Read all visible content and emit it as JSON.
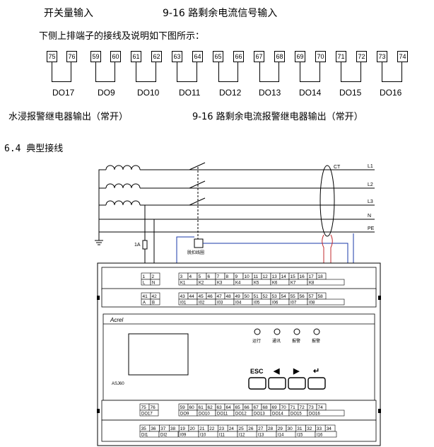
{
  "header": {
    "line1_left": "开关量输入",
    "line1_right": "9-16 路剩余电流信号输入",
    "line2": "下侧上排端子的接线及说明如下图所示："
  },
  "top_terminals": [
    "75",
    "76",
    "59",
    "60",
    "61",
    "62",
    "63",
    "64",
    "65",
    "66",
    "67",
    "68",
    "69",
    "70",
    "71",
    "72",
    "73",
    "74"
  ],
  "do_labels": [
    "DO17",
    "DO9",
    "DO10",
    "DO11",
    "DO12",
    "DO13",
    "DO14",
    "DO15",
    "DO16"
  ],
  "captions": {
    "left": "水浸报警继电器输出（常开）",
    "right": "9-16 路剩余电流报警继电器输出（常开）"
  },
  "section": {
    "title": "6.4 典型接线"
  },
  "diagram": {
    "lines": [
      "L1",
      "L2",
      "L3",
      "N",
      "PE"
    ],
    "ct_label": "CT",
    "fuse_label": "1A",
    "trip_coil_label": "脱扣线圈",
    "device_model": "ASJ60",
    "brand": "Acrel",
    "indicators": [
      "运行",
      "通讯",
      "报警",
      "报警"
    ],
    "buttons": [
      "ESC",
      "◀",
      "▶",
      "↵"
    ],
    "row1_terminals": [
      "1",
      "2",
      "3",
      "4",
      "5",
      "6",
      "7",
      "8",
      "9",
      "10",
      "11",
      "12",
      "13",
      "14",
      "15",
      "16",
      "17",
      "18"
    ],
    "row1_labels": [
      "L",
      "N",
      "K1",
      "K2",
      "K3",
      "K4",
      "K5",
      "K6",
      "K7",
      "K8"
    ],
    "row2_terminals": [
      "41",
      "42",
      "43",
      "44",
      "45",
      "46",
      "47",
      "48",
      "49",
      "50",
      "51",
      "52",
      "53",
      "54",
      "55",
      "56",
      "57",
      "58"
    ],
    "row2_labels": [
      "A",
      "B",
      "I01",
      "I02",
      "I03",
      "I04",
      "I05",
      "I06",
      "I07",
      "I08"
    ],
    "row3_terminals": [
      "75",
      "76",
      "59",
      "60",
      "61",
      "62",
      "63",
      "64",
      "65",
      "66",
      "67",
      "68",
      "69",
      "70",
      "71",
      "72",
      "73",
      "74"
    ],
    "row3_labels": [
      "DO17",
      "DO9",
      "DO10",
      "DO11",
      "DO12",
      "DO13",
      "DO14",
      "DO15",
      "DO16"
    ],
    "row4_terminals": [
      "35",
      "36",
      "37",
      "38",
      "19",
      "20",
      "21",
      "22",
      "23",
      "24",
      "25",
      "26",
      "27",
      "28",
      "29",
      "30",
      "31",
      "32",
      "33",
      "34"
    ],
    "row4_labels": [
      "DI1",
      "DI2",
      "I09",
      "I10",
      "I11",
      "I12",
      "I13",
      "I14",
      "I15",
      "I16"
    ]
  }
}
